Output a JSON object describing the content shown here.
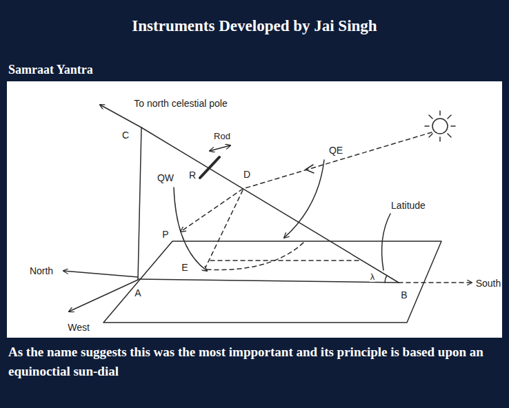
{
  "diagram": {
    "title": "Instruments Developed by Jai Singh",
    "caption": "As the name suggests this was the most impportant and its principle is based upon an equinoctial sun-dial",
    "labels": [
      "Samraat Yantra",
      "To north celestial pole",
      "Rod",
      "R",
      "D",
      "QW",
      "QE",
      "C",
      "P",
      "E",
      "λ",
      "Latitude",
      "North",
      "South",
      "West",
      "A",
      "B"
    ]
  }
}
